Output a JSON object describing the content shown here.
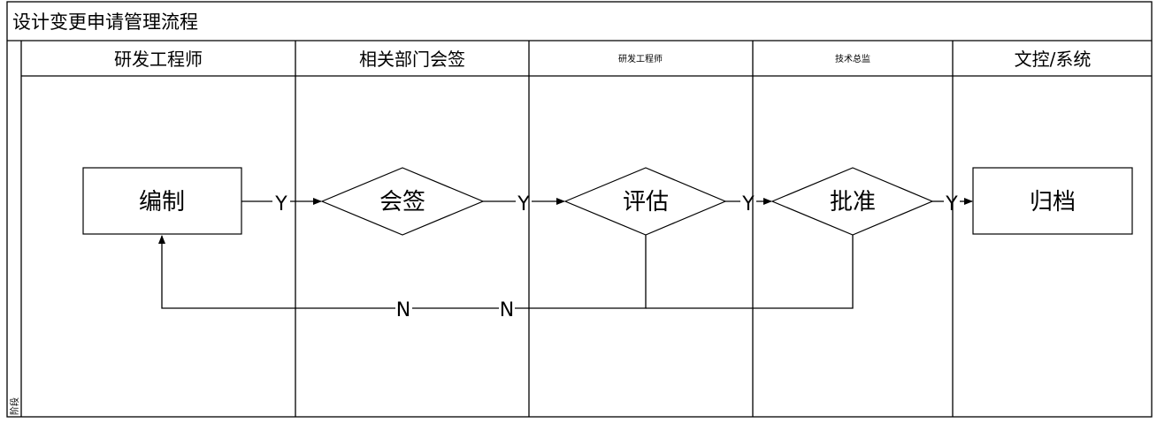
{
  "title": "设计变更申请管理流程",
  "phase_label": "阶段",
  "lanes": [
    "研发工程师",
    "相关部门会签",
    "研发工程师",
    "技术总监",
    "文控/系统"
  ],
  "nodes": {
    "draft": "编制",
    "countersign": "会签",
    "evaluate": "评估",
    "approve": "批准",
    "archive": "归档"
  },
  "edge_labels": {
    "yes": "Y",
    "no": "N"
  }
}
